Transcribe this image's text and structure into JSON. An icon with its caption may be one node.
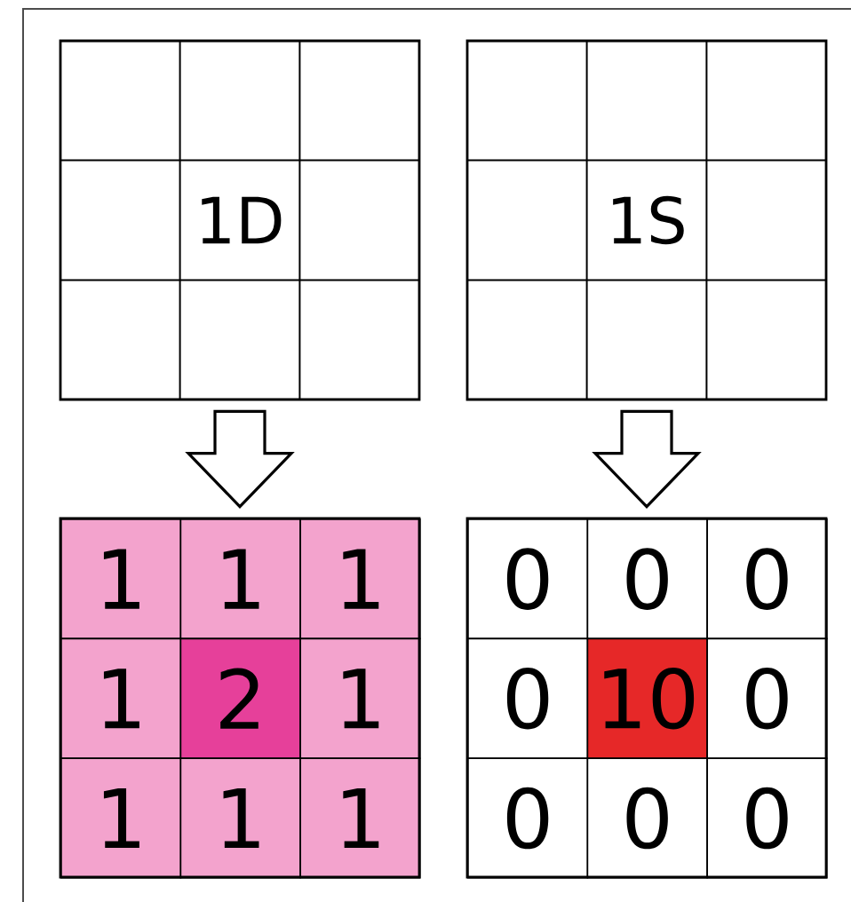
{
  "diagram": {
    "nodes": [
      {
        "text": [
          "1D"
        ]
      },
      {
        "text": [
          "1S"
        ]
      },
      {
        "text": [],
        "shape": "box"
      },
      {
        "text": [
          "1"
        ],
        "in": 2
      },
      {
        "text": [
          "1"
        ],
        "in": 2
      },
      {
        "text": [
          "1"
        ],
        "in": 2
      },
      {
        "text": [
          "1"
        ],
        "in": 2
      },
      {
        "text": [
          "2"
        ],
        "in": 2
      },
      {
        "text": [
          "1"
        ],
        "in": 2
      },
      {
        "text": [
          "1"
        ],
        "in": 2
      },
      {
        "text": [
          "1"
        ],
        "in": 2
      },
      {
        "text": [
          "1"
        ],
        "in": 2
      },
      {
        "text": [],
        "shape": "box"
      },
      {
        "text": [
          "0"
        ],
        "in": 12
      },
      {
        "text": [
          "0"
        ],
        "in": 12
      },
      {
        "text": [
          "0"
        ],
        "in": 12
      },
      {
        "text": [
          "0"
        ],
        "in": 12
      },
      {
        "text": [
          "10"
        ],
        "in": 12
      },
      {
        "text": [
          "0"
        ],
        "in": 12
      },
      {
        "text": [
          "0"
        ],
        "in": 12
      },
      {
        "text": [
          "0"
        ],
        "in": 12
      },
      {
        "text": [
          "0"
        ],
        "in": 12
      }
    ],
    "edges": [
      {
        "from": 0,
        "to": 2,
        "arrow": "to"
      },
      {
        "from": 1,
        "to": 12,
        "arrow": "to"
      }
    ]
  }
}
